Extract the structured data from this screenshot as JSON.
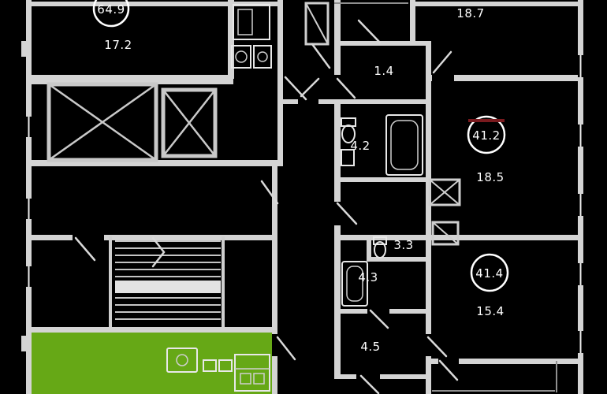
{
  "colors": {
    "background": "#000000",
    "wall": "#d4d4d4",
    "wall_dim": "#9a9a9a",
    "text": "#ffffff",
    "highlight": "#66a816",
    "accent_red": "#7a1a1e"
  },
  "unit_badges": [
    {
      "value": "64.9"
    },
    {
      "value": "41.2"
    },
    {
      "value": "41.4"
    }
  ],
  "room_areas": [
    {
      "value": "17.2"
    },
    {
      "value": "18.7"
    },
    {
      "value": "1.4"
    },
    {
      "value": "4.2"
    },
    {
      "value": "18.5"
    },
    {
      "value": "3.3"
    },
    {
      "value": "4.3"
    },
    {
      "value": "4.5"
    },
    {
      "value": "15.4"
    }
  ]
}
